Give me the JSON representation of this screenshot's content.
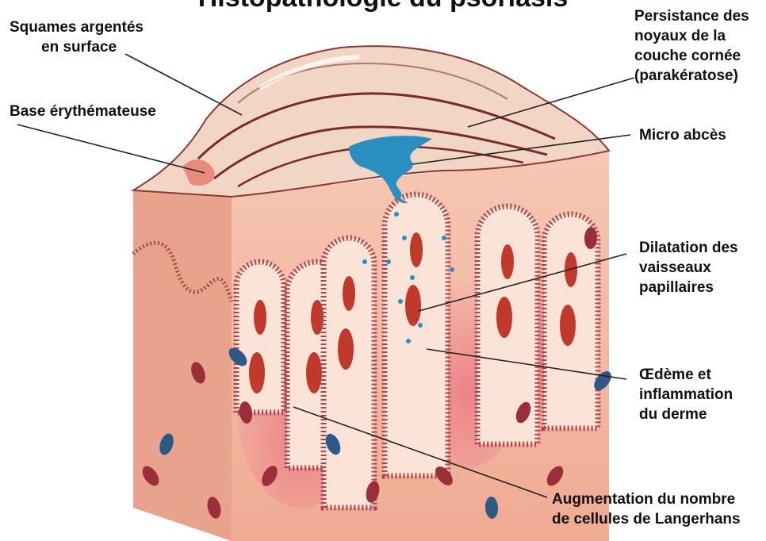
{
  "title": "Histopathologie du psoriasis",
  "labels": {
    "squames": [
      "Squames argentés",
      "en surface"
    ],
    "base": [
      "Base érythémateuse"
    ],
    "parakeratose": [
      "Persistance des",
      "noyaux de la",
      "couche cornée",
      "(parakératose)"
    ],
    "micro_abces": [
      "Micro abcès"
    ],
    "dilatation": [
      "Dilatation des",
      "vaisseaux",
      "papillaires"
    ],
    "oedeme": [
      "Œdème et",
      "inflammation",
      "du derme"
    ],
    "langerhans": [
      "Augmentation du nombre",
      "de cellules de Langerhans"
    ]
  },
  "colors": {
    "skin_face": "#f3b9a2",
    "skin_side": "#e9a089",
    "papilla_fill": "#fbe3d8",
    "papilla_border": "#a8474f",
    "inflamed": "#e05a78",
    "vessel": "#c0392b",
    "abscess": "#2a8fc0",
    "scale": "#f4dccb",
    "scale_line": "#7a2a2a"
  }
}
